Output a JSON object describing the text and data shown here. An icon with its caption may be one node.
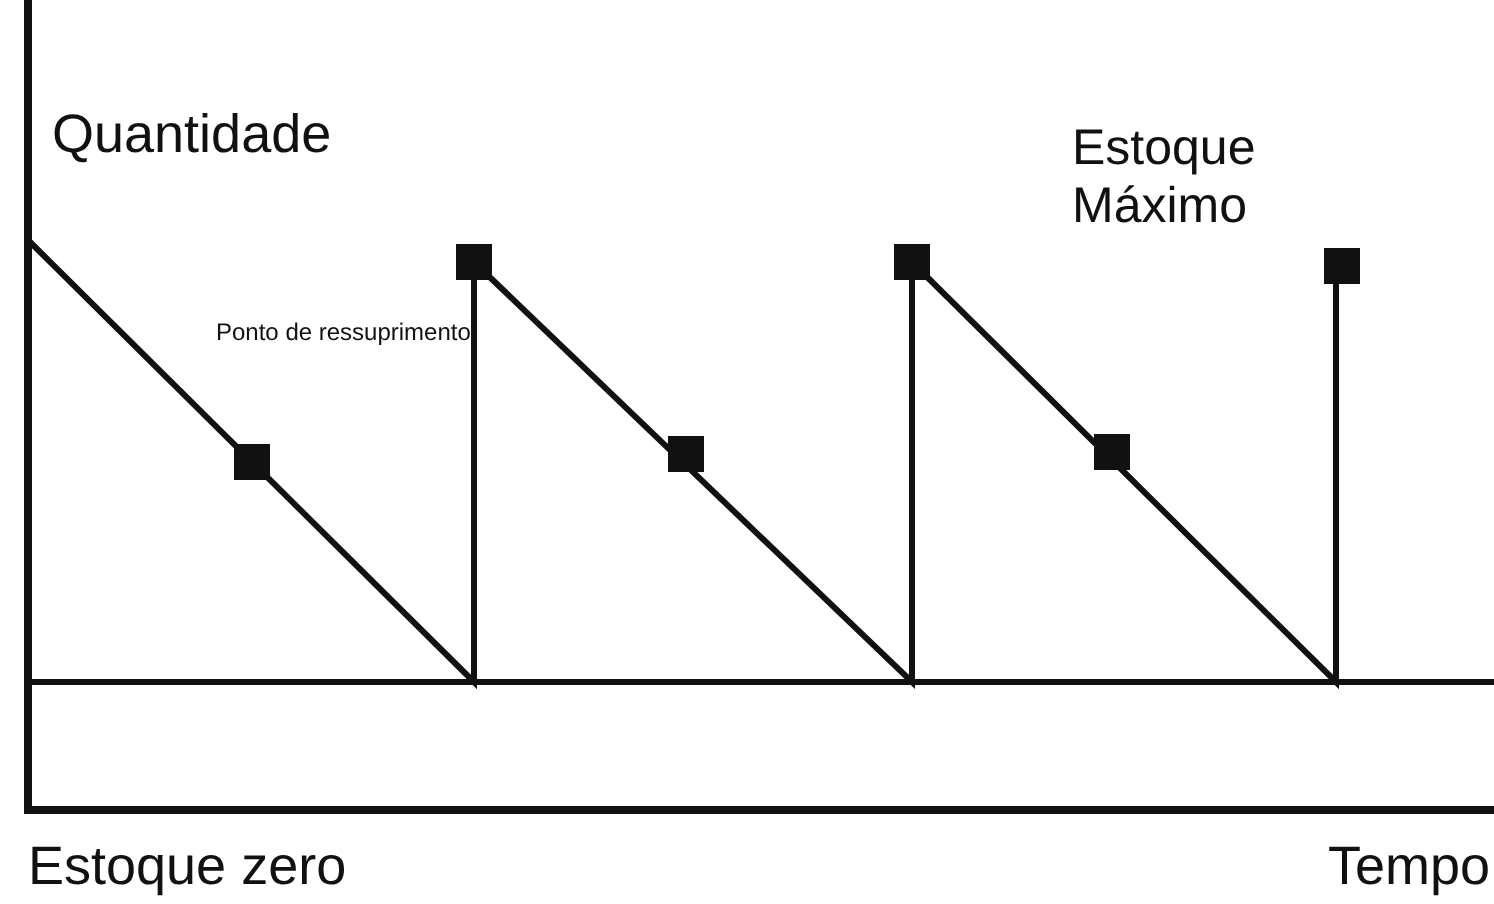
{
  "diagram": {
    "labels": [
      "Quantidade",
      "Estoque Máximo",
      "Ponto de ressuprimento",
      "Estoque zero",
      "Tempo"
    ]
  }
}
